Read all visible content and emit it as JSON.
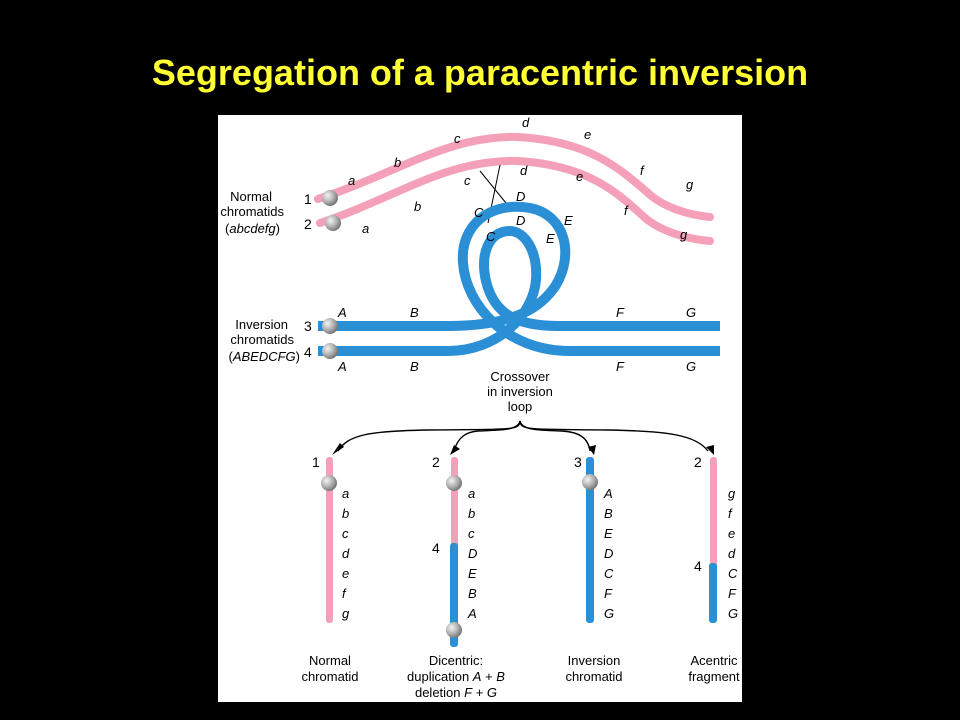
{
  "title": "Segregation of a paracentric inversion",
  "colors": {
    "background": "#000000",
    "title": "#FFFF33",
    "panel": "#FFFFFF",
    "normal_chromatid": "#F4A0B8",
    "inversion_chromatid": "#2A8FD4",
    "centromere": "#B0B0B0"
  },
  "top": {
    "normal_label_line1": "Normal",
    "normal_label_line2": "chromatids",
    "normal_label_open": "(",
    "normal_label_genotype": "abcdefg",
    "normal_label_close": ")",
    "normal_num_1": "1",
    "normal_num_2": "2",
    "genes_strand1": [
      "a",
      "b",
      "c",
      "d",
      "e",
      "f",
      "g"
    ],
    "genes_strand2": [
      "a",
      "b",
      "c",
      "d",
      "e",
      "f",
      "g"
    ],
    "loop_genes_outer": [
      "C",
      "D",
      "E"
    ],
    "loop_genes_inner": [
      "C",
      "D",
      "E"
    ],
    "inversion_label_line1": "Inversion",
    "inversion_label_line2": "chromatids",
    "inversion_label_open": "(",
    "inversion_label_genotype": "ABEDCFG",
    "inversion_label_close": ")",
    "inversion_num_3": "3",
    "inversion_num_4": "4",
    "genes_strand3": [
      "A",
      "B",
      "F",
      "G"
    ],
    "genes_strand4": [
      "A",
      "B",
      "F",
      "G"
    ]
  },
  "crossover_label": [
    "Crossover",
    "in inversion",
    "loop"
  ],
  "products": [
    {
      "number": "1",
      "genes": [
        "a",
        "b",
        "c",
        "d",
        "e",
        "f",
        "g"
      ],
      "caption": [
        "Normal",
        "chromatid"
      ]
    },
    {
      "number": "2",
      "number_lower": "4",
      "genes": [
        "a",
        "b",
        "c",
        "D",
        "E",
        "B",
        "A"
      ],
      "caption_line1": "Dicentric:",
      "caption_line2_prefix": "duplication ",
      "caption_line2_italic": "A",
      "caption_line2_mid": " + ",
      "caption_line2_italic2": "B",
      "caption_line3_prefix": "deletion ",
      "caption_line3_italic": "F",
      "caption_line3_mid": " + ",
      "caption_line3_italic2": "G"
    },
    {
      "number": "3",
      "genes": [
        "A",
        "B",
        "E",
        "D",
        "C",
        "F",
        "G"
      ],
      "caption": [
        "Inversion",
        "chromatid"
      ]
    },
    {
      "number": "2",
      "number_lower": "4",
      "genes": [
        "g",
        "f",
        "e",
        "d",
        "C",
        "F",
        "G"
      ],
      "caption": [
        "Acentric",
        "fragment"
      ]
    }
  ]
}
